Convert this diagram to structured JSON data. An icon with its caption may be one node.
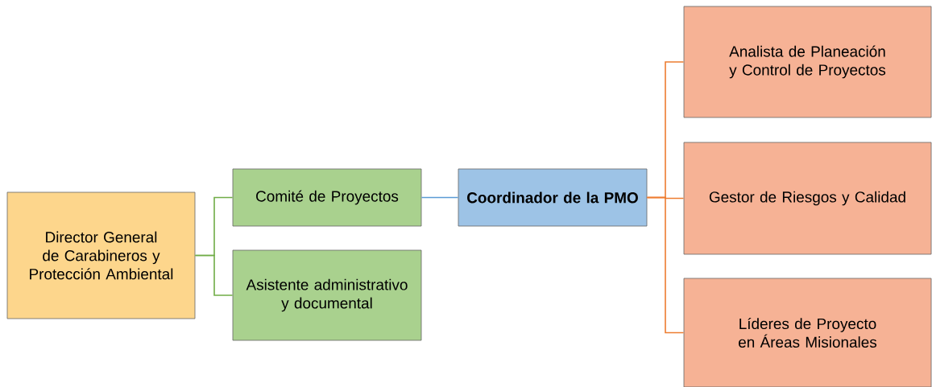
{
  "diagram": {
    "nodes": [
      {
        "text": [
          "Director General de Carabineros y Protección Ambiental"
        ]
      },
      {
        "text": [
          "Comité de Proyectos"
        ]
      },
      {
        "text": [
          "Asistente administrativo y documental"
        ]
      },
      {
        "text": [
          "Coordinador de la PMO"
        ]
      },
      {
        "text": [
          "Analista de Planeación y Control de Proyectos"
        ]
      },
      {
        "text": [
          "Gestor de Riesgos y Calidad"
        ]
      },
      {
        "text": [
          "Líderes de Proyecto en Áreas Misionales"
        ]
      }
    ],
    "edges": [
      {
        "from": 0,
        "to": 1,
        "arrow": "none",
        "color": "#70ad47"
      },
      {
        "from": 0,
        "to": 2,
        "arrow": "none",
        "color": "#70ad47"
      },
      {
        "from": 1,
        "to": 3,
        "arrow": "none",
        "color": "#5b9bd5"
      },
      {
        "from": 3,
        "to": 4,
        "arrow": "none",
        "color": "#ed7d31"
      },
      {
        "from": 3,
        "to": 5,
        "arrow": "none",
        "color": "#ed7d31"
      },
      {
        "from": 3,
        "to": 6,
        "arrow": "none",
        "color": "#ed7d31"
      }
    ]
  }
}
